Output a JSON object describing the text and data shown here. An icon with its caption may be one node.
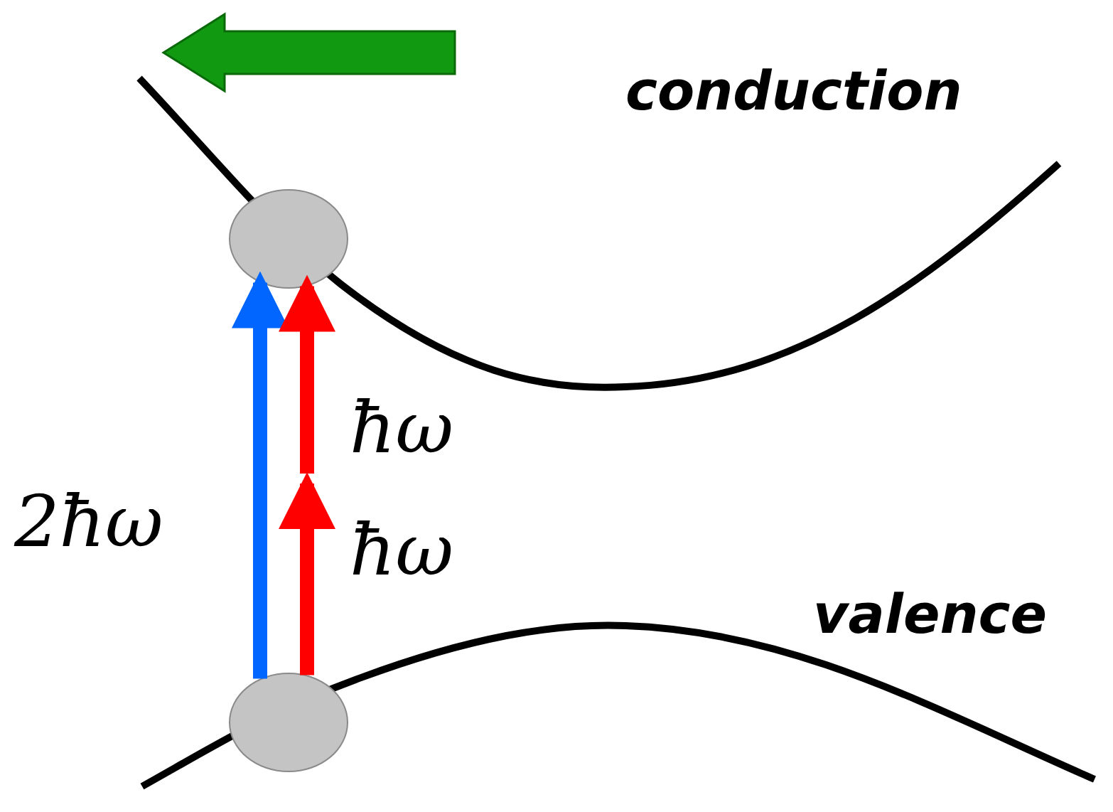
{
  "diagram": {
    "nodes": [
      {
        "text": [],
        "shape": "circle"
      },
      {
        "text": [],
        "shape": "circle"
      }
    ],
    "edges": [
      {
        "from": 1,
        "to": 0,
        "arrow": "to",
        "label": "2ħω",
        "color": "#0066ff"
      },
      {
        "from": 1,
        "to": null,
        "arrow": "to",
        "label": "ħω"
      },
      {
        "from": null,
        "to": 0,
        "arrow": "to",
        "label": "ħω"
      }
    ],
    "labels": [
      "conduction",
      "valence"
    ]
  }
}
